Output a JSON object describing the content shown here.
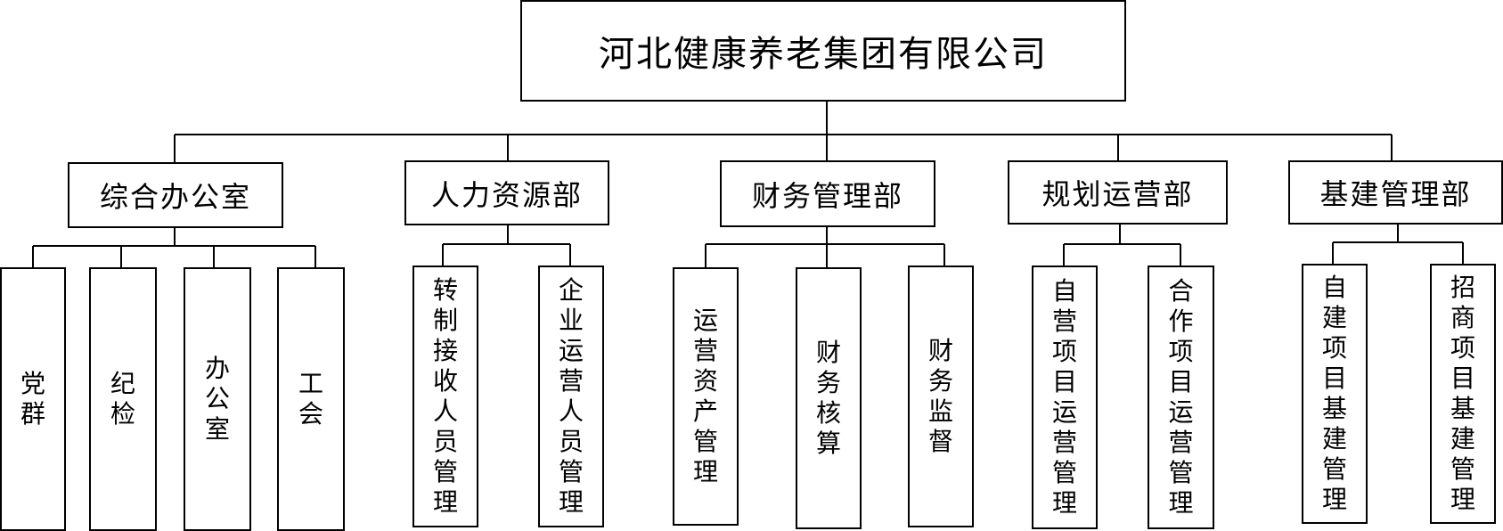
{
  "org": {
    "root": "河北健康养老集团有限公司",
    "departments": [
      {
        "name": "综合办公室",
        "units": [
          "党群",
          "纪检",
          "办公室",
          "工会"
        ]
      },
      {
        "name": "人力资源部",
        "units": [
          "转制接收人员管理",
          "企业运营人员管理"
        ]
      },
      {
        "name": "财务管理部",
        "units": [
          "运营资产管理",
          "财务核算",
          "财务监督"
        ]
      },
      {
        "name": "规划运营部",
        "units": [
          "自营项目运营管理",
          "合作项目运营管理"
        ]
      },
      {
        "name": "基建管理部",
        "units": [
          "自建项目基建管理",
          "招商项目基建管理"
        ]
      }
    ]
  }
}
